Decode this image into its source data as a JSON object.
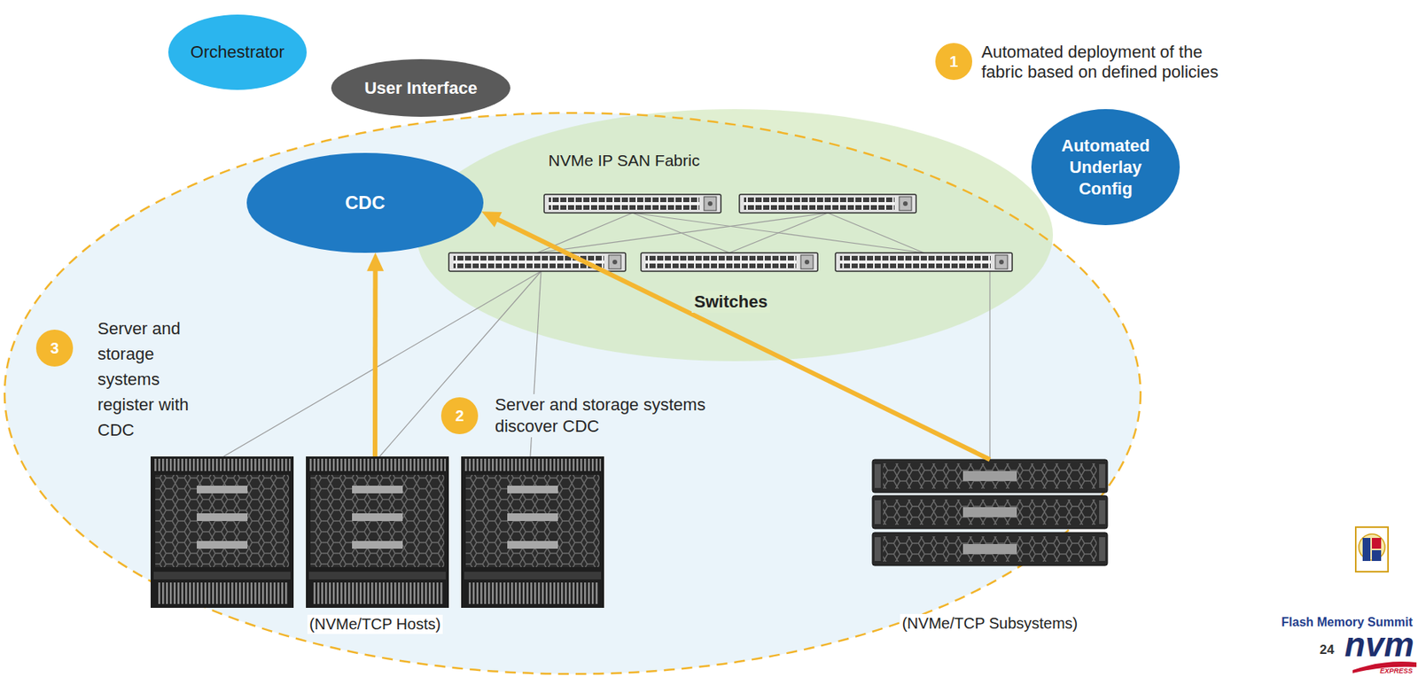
{
  "diagram": {
    "nodes": [
      {
        "text": [
          "Orchestrator"
        ]
      },
      {
        "text": [
          "User Interface"
        ]
      },
      {
        "text": [
          "NVMe IP SAN Fabric",
          "Switches"
        ]
      },
      {
        "text": [
          "Automated Underlay Config"
        ]
      },
      {
        "text": [
          "CDC"
        ]
      },
      {
        "text": [
          "(NVMe/TCP Hosts)"
        ]
      },
      {
        "text": [
          "(NVMe/TCP Subsystems)"
        ]
      }
    ],
    "edges": [
      {
        "from": 5,
        "to": 4,
        "arrow": "to"
      },
      {
        "from": 6,
        "to": 4,
        "arrow": "to"
      }
    ],
    "labels": [
      "1",
      "Automated deployment of the fabric based on defined policies",
      "3",
      "Server and storage systems register with CDC",
      "2",
      "Server and storage systems discover CDC",
      "Flash Memory Summit",
      "24",
      "nvm",
      "EXPRESS"
    ]
  }
}
